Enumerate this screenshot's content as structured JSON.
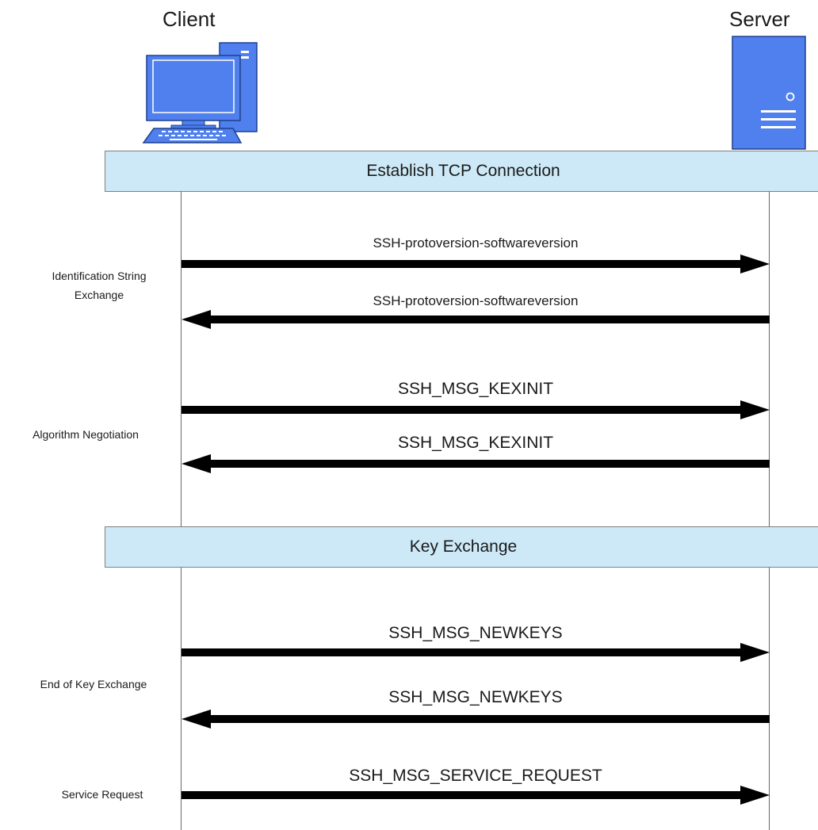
{
  "actors": {
    "client": {
      "title": "Client",
      "icon": "desktop-computer-icon"
    },
    "server": {
      "title": "Server",
      "icon": "server-tower-icon"
    }
  },
  "phases": [
    {
      "label": "Establish TCP Connection"
    },
    {
      "label": "Key Exchange"
    }
  ],
  "messages": [
    {
      "label": "SSH-protoversion-softwareversion",
      "direction": "client-to-server"
    },
    {
      "label": "SSH-protoversion-softwareversion",
      "direction": "server-to-client"
    },
    {
      "label": "SSH_MSG_KEXINIT",
      "direction": "client-to-server"
    },
    {
      "label": "SSH_MSG_KEXINIT",
      "direction": "server-to-client"
    },
    {
      "label": "SSH_MSG_NEWKEYS",
      "direction": "client-to-server"
    },
    {
      "label": "SSH_MSG_NEWKEYS",
      "direction": "server-to-client"
    },
    {
      "label": "SSH_MSG_SERVICE_REQUEST",
      "direction": "client-to-server"
    }
  ],
  "stages": [
    {
      "label_line1": "Identification String",
      "label_line2": "Exchange"
    },
    {
      "label_line1": "Algorithm Negotiation",
      "label_line2": ""
    },
    {
      "label_line1": "End of Key Exchange",
      "label_line2": ""
    },
    {
      "label_line1": "Service Request",
      "label_line2": ""
    }
  ],
  "colors": {
    "phase_fill": "#cde9f7",
    "icon_blue": "#4f80ee",
    "arrow": "#000000"
  }
}
